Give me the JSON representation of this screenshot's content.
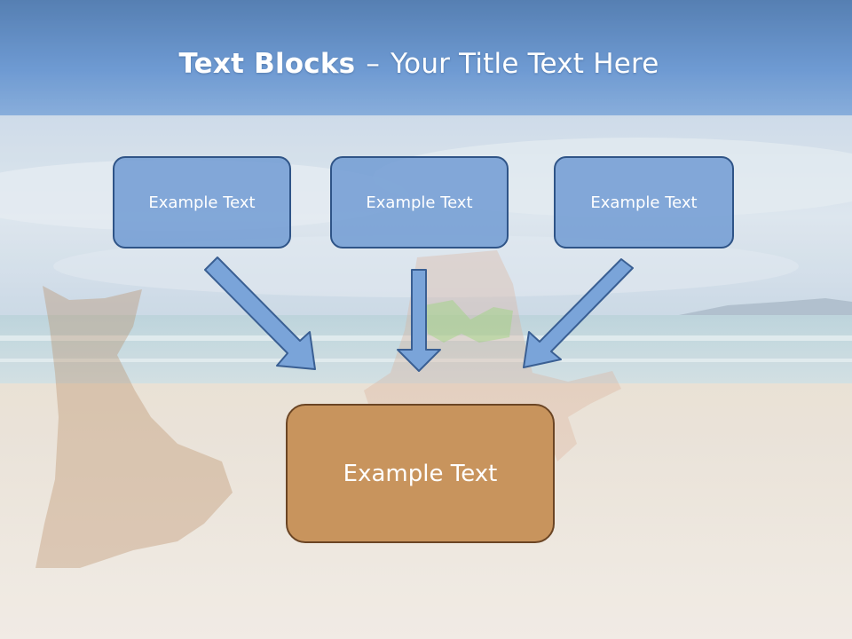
{
  "slide": {
    "title_bold": "Text Blocks",
    "title_dash": "–",
    "title_rest": "Your Title Text Here",
    "top_boxes": [
      {
        "label": "Example Text"
      },
      {
        "label": "Example Text"
      },
      {
        "label": "Example Text"
      }
    ],
    "bottom_box": {
      "label": "Example Text"
    }
  },
  "colors": {
    "box_blue_fill": "#7aa4d9",
    "box_blue_border": "#2f5487",
    "box_orange_fill": "#c8945d",
    "box_orange_border": "#6b4524",
    "arrow_fill": "#7aa4d9",
    "arrow_stroke": "#3a5f93"
  }
}
